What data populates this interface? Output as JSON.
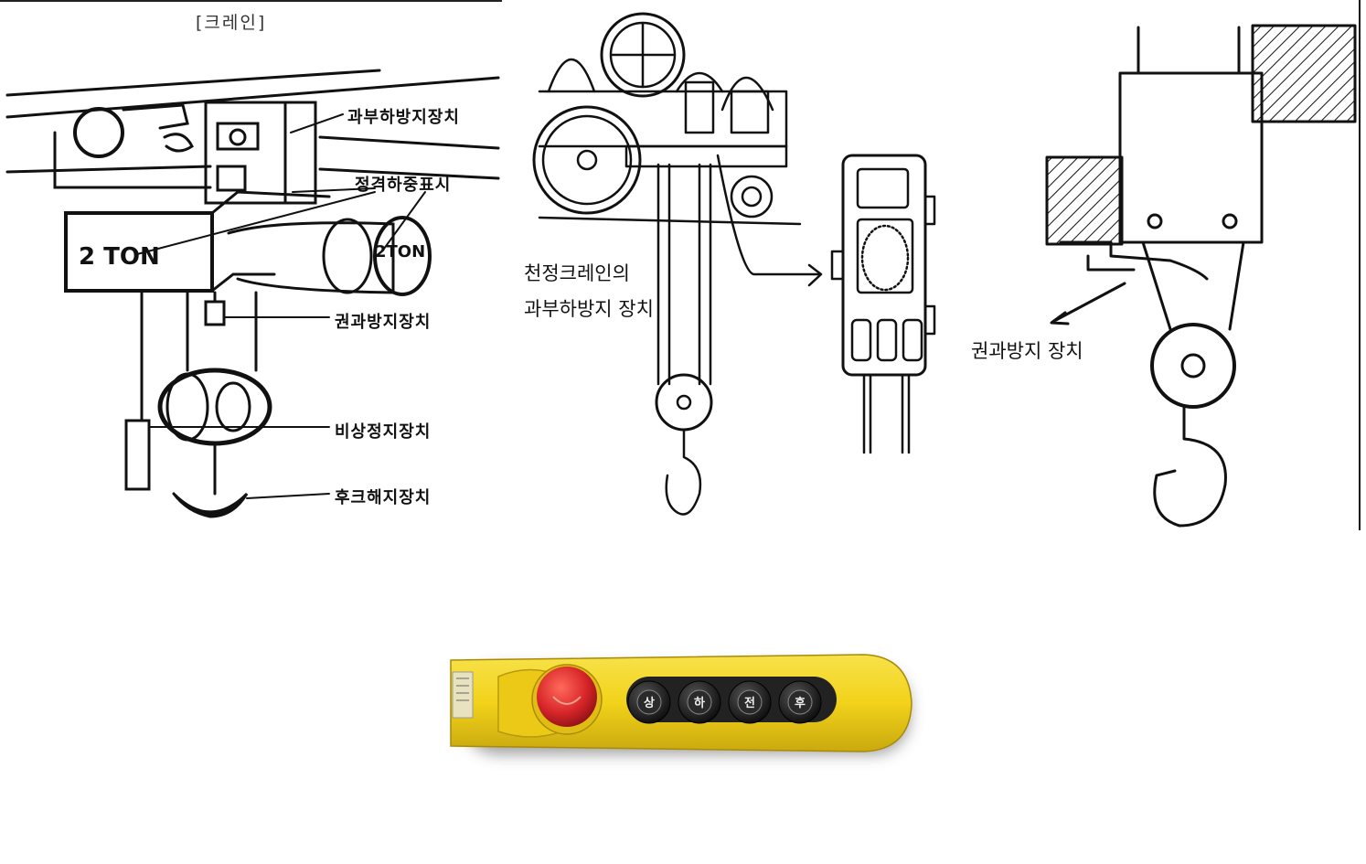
{
  "panel_left": {
    "title": "[크레인]",
    "hoist_marking": "2 TON",
    "drum_marking": "2TON",
    "labels": {
      "overload": "과부하방지장치",
      "rated_load": "정격하중표시",
      "overwind": "권과방지장치",
      "emergency_stop": "비상정지장치",
      "hook_latch": "후크해지장치"
    }
  },
  "panel_center": {
    "caption_line1": "천정크레인의",
    "caption_line2": "과부하방지 장치"
  },
  "panel_right": {
    "caption": "권과방지 장치"
  },
  "pendant": {
    "body_color": "#f2d21a",
    "stop_color": "#d8262a",
    "buttons": [
      "상",
      "하",
      "전",
      "후"
    ]
  }
}
